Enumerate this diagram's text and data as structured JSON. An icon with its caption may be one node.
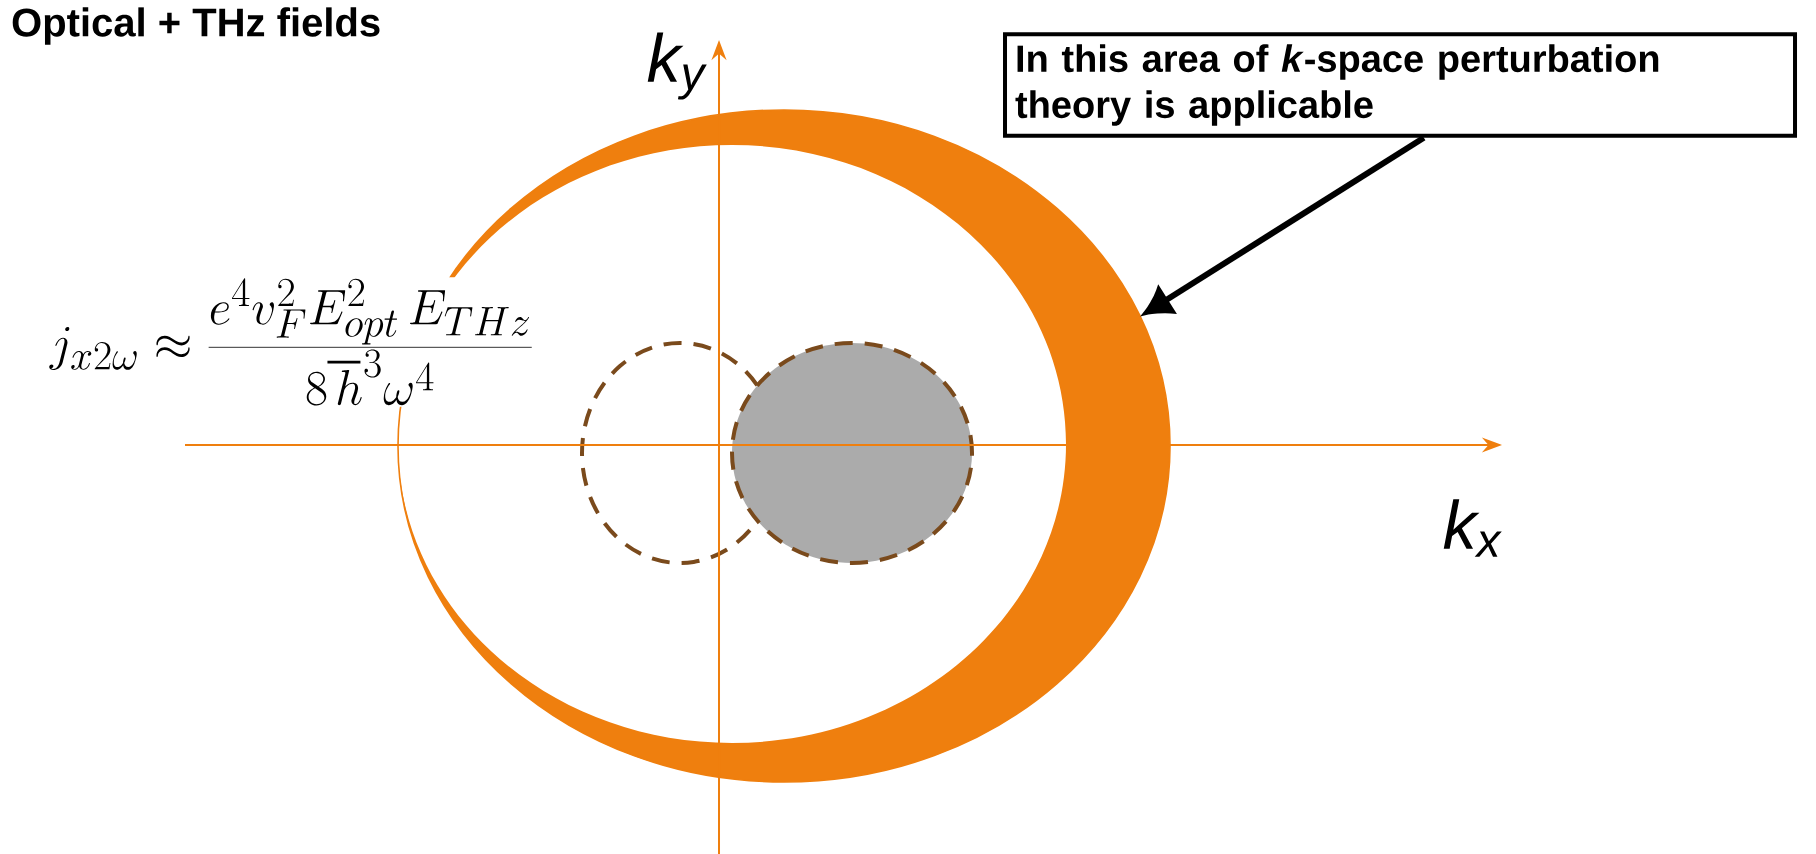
{
  "diagram": {
    "title": "Optical + THz fields",
    "nodes": [
      {
        "text": [
          "In this area of *k*-space perturbation theory is applicable"
        ]
      },
      {
        "text": [],
        "shape": "crescent"
      },
      {
        "text": [],
        "shape": "circle",
        "in": 1
      },
      {
        "text": [],
        "shape": "circle",
        "in": 1
      }
    ],
    "edges": [
      {
        "from": 0,
        "to": 1,
        "arrow": "to"
      }
    ],
    "labels": [
      "k$_{y}$",
      "k$_{x}$",
      "j_{x2\\omega} \\approx \\frac{e^4 v_F^2 E_{opt}^2\\, E_{THz}}{8\\hbar^3 \\omega^4}"
    ]
  }
}
